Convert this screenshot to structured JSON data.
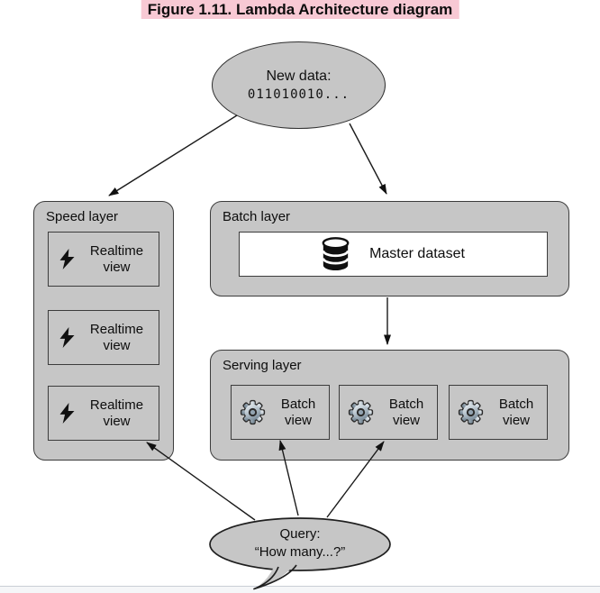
{
  "title": "Figure 1.11. Lambda Architecture diagram",
  "colors": {
    "title_highlight": "#f8c9d4",
    "node_fill": "#c6c6c6",
    "outline": "#2e2e2e",
    "master_box_fill": "#ffffff",
    "gear_metal": "#aebbc6"
  },
  "icons": {
    "speed_view": "lightning-bolt-icon",
    "master_dataset": "database-icon",
    "serving_view": "gear-icon"
  },
  "new_data": {
    "line1": "New data:",
    "line2": "011010010..."
  },
  "speed_layer": {
    "label": "Speed layer",
    "views": [
      {
        "line1": "Realtime",
        "line2": "view"
      },
      {
        "line1": "Realtime",
        "line2": "view"
      },
      {
        "line1": "Realtime",
        "line2": "view"
      }
    ]
  },
  "batch_layer": {
    "label": "Batch layer",
    "dataset_label": "Master dataset"
  },
  "serving_layer": {
    "label": "Serving layer",
    "views": [
      {
        "line1": "Batch",
        "line2": "view"
      },
      {
        "line1": "Batch",
        "line2": "view"
      },
      {
        "line1": "Batch",
        "line2": "view"
      }
    ]
  },
  "query": {
    "line1": "Query:",
    "line2": "“How many...?”"
  }
}
